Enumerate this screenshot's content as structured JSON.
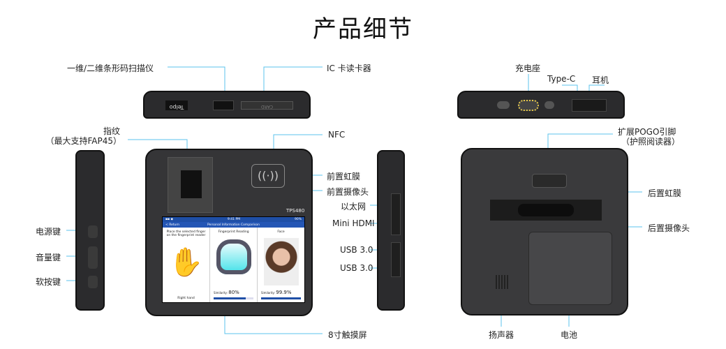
{
  "title": "产品细节",
  "labels": {
    "scanner": "一维/二维条形码扫描仪",
    "ic_reader": "IC 卡读卡器",
    "fingerprint": "指纹",
    "fingerprint_note": "（最大支持FAP45）",
    "nfc": "NFC",
    "front_iris": "前置虹膜",
    "front_camera": "前置摄像头",
    "ethernet": "以太网",
    "mini_hdmi": "Mini HDMI",
    "usb1": "USB 3.0",
    "usb2": "USB 3.0",
    "power_key": "电源键",
    "volume_key": "音量键",
    "soft_key": "软按键",
    "touchscreen": "8寸触摸屏",
    "charging_dock": "充电座",
    "type_c": "Type-C",
    "headphone": "耳机",
    "pogo": "扩展POGO引脚",
    "pogo_note": "（护照阅读器）",
    "rear_iris": "后置虹膜",
    "rear_camera": "后置摄像头",
    "speaker": "扬声器",
    "battery": "电池"
  },
  "device": {
    "brand": "Telpo",
    "card_slot": "CARD",
    "model": "TPS480"
  },
  "screen": {
    "status_time": "9:41 PM",
    "status_battery": "90%",
    "back": "< Return",
    "header": "Personal Information Comparison",
    "col1_title": "Place the selected finger on the fingerprint reader",
    "col1_footer": "Right hand",
    "col2_title": "Fingerprint Reading",
    "col2_similarity_label": "Similarity:",
    "col2_similarity": "80%",
    "col3_title": "Face",
    "col3_similarity_label": "Similarity:",
    "col3_similarity": "99.9%",
    "fingerprint_progress": 0.8,
    "face_progress": 1.0
  },
  "colors": {
    "leader": "#5bc3ec",
    "accent": "#1f4fa6"
  }
}
